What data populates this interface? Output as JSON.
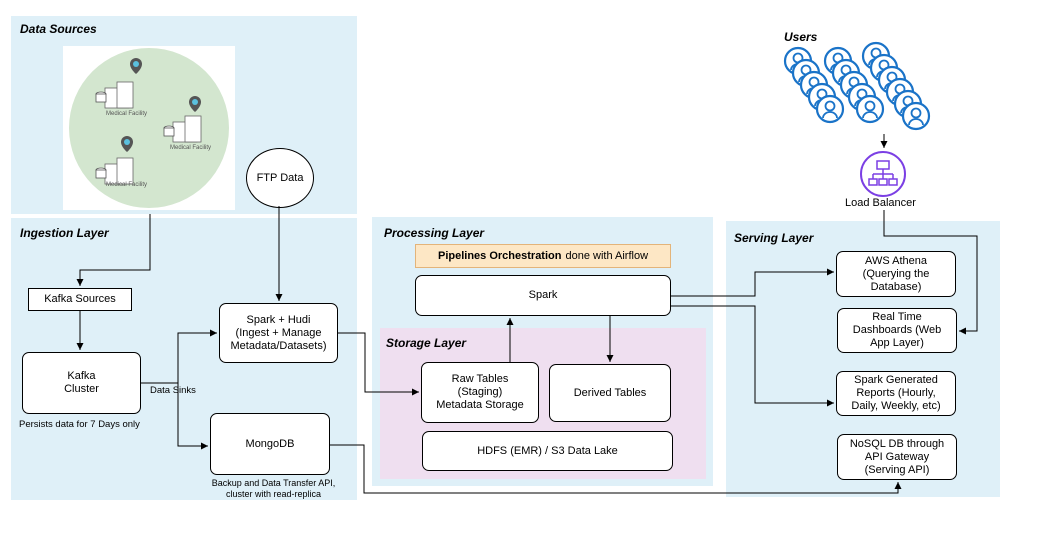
{
  "layers": {
    "data_sources": "Data Sources",
    "ingestion": "Ingestion Layer",
    "processing": "Processing Layer",
    "storage": "Storage Layer",
    "serving": "Serving Layer",
    "users": "Users"
  },
  "sources": {
    "facility_label": "Medical Facility",
    "ftp": "FTP Data"
  },
  "ingestion": {
    "kafka_sources": "Kafka Sources",
    "kafka_cluster": "Kafka\nCluster",
    "persists_note": "Persists data for 7 Days only",
    "data_sinks": "Data Sinks",
    "spark_hudi": "Spark + Hudi\n(Ingest + Manage\nMetadata/Datasets)",
    "mongodb": "MongoDB",
    "mongodb_note": "Backup and Data Transfer API,\ncluster with read-replica"
  },
  "processing": {
    "orchestration_bold": "Pipelines Orchestration",
    "orchestration_rest": "done with Airflow",
    "spark": "Spark",
    "raw_tables": "Raw Tables\n(Staging)\nMetadata Storage",
    "derived_tables": "Derived Tables",
    "hdfs": "HDFS (EMR) / S3 Data Lake"
  },
  "serving": {
    "athena": "AWS Athena\n(Querying the\nDatabase)",
    "dashboards": "Real Time\nDashboards (Web\nApp Layer)",
    "reports": "Spark Generated\nReports (Hourly,\nDaily, Weekly, etc)",
    "nosql": "NoSQL DB through\nAPI Gateway\n(Serving API)"
  },
  "load_balancer": "Load Balancer",
  "colors": {
    "layer_bg": "#dff0f8",
    "storage_bg": "#efdff0",
    "orchestration_bg": "#fde7c5",
    "user_icon": "#1a73c8",
    "load_balancer": "#7b3fe4"
  },
  "icons": [
    "user-icon",
    "load-balancer-icon",
    "building-icon",
    "location-pin-icon",
    "database-icon"
  ]
}
